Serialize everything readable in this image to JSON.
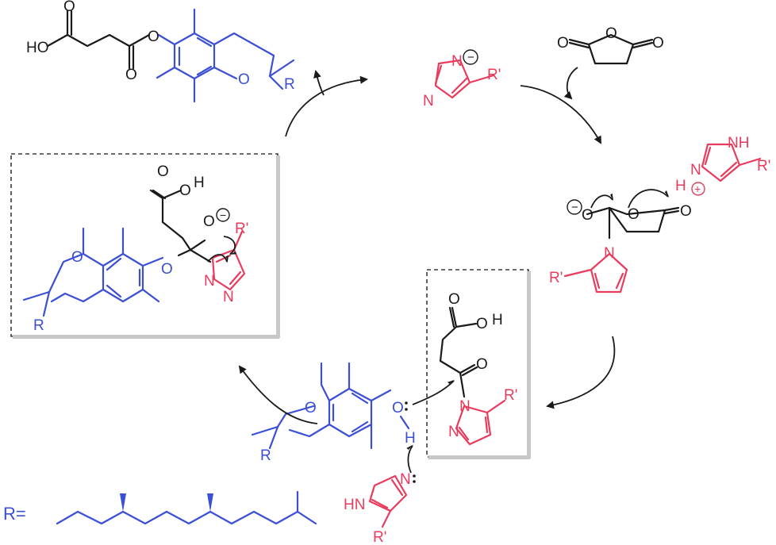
{
  "colors": {
    "black": "#1a1a1a",
    "blue": "#3b4fd6",
    "red": "#ea3b5c"
  },
  "labels": {
    "top_ester": {
      "ho": "HO",
      "o1": "O",
      "o2": "O",
      "o3": "O",
      "o_ring": "O",
      "r": "R"
    },
    "imidazolide": {
      "n_top": "N",
      "charge": "−",
      "n_bottom": "N",
      "r_prime": "R'"
    },
    "anhydride": {
      "o1": "O",
      "o2": "O",
      "o3": "O"
    },
    "imidazolium": {
      "nh": "NH",
      "h": "H",
      "n": "N",
      "charge": "+",
      "r_prime": "R'"
    },
    "tetrahedral": {
      "o_minus": "O",
      "minus": "−",
      "o_ring": "O",
      "o_keto": "O",
      "n": "N",
      "r_prime": "R'"
    },
    "box1": {
      "o_acid": "O",
      "oh": "O",
      "h": "H",
      "o_minus": "O",
      "minus": "−",
      "o_phenol": "O",
      "o_ring": "O",
      "r": "R",
      "n1": "N",
      "n2": "N",
      "r_prime": "R'"
    },
    "box2": {
      "o_acid": "O",
      "oh": "O",
      "h": "H",
      "o_keto": "O",
      "n1": "N",
      "n2": "N",
      "r_prime": "R'"
    },
    "phenol": {
      "o": "O",
      "h": "H",
      "o_ring": "O",
      "r": "R"
    },
    "bottom_imid": {
      "hn": "HN",
      "n": "N",
      "r_prime": "R'"
    },
    "r_def": "R="
  }
}
